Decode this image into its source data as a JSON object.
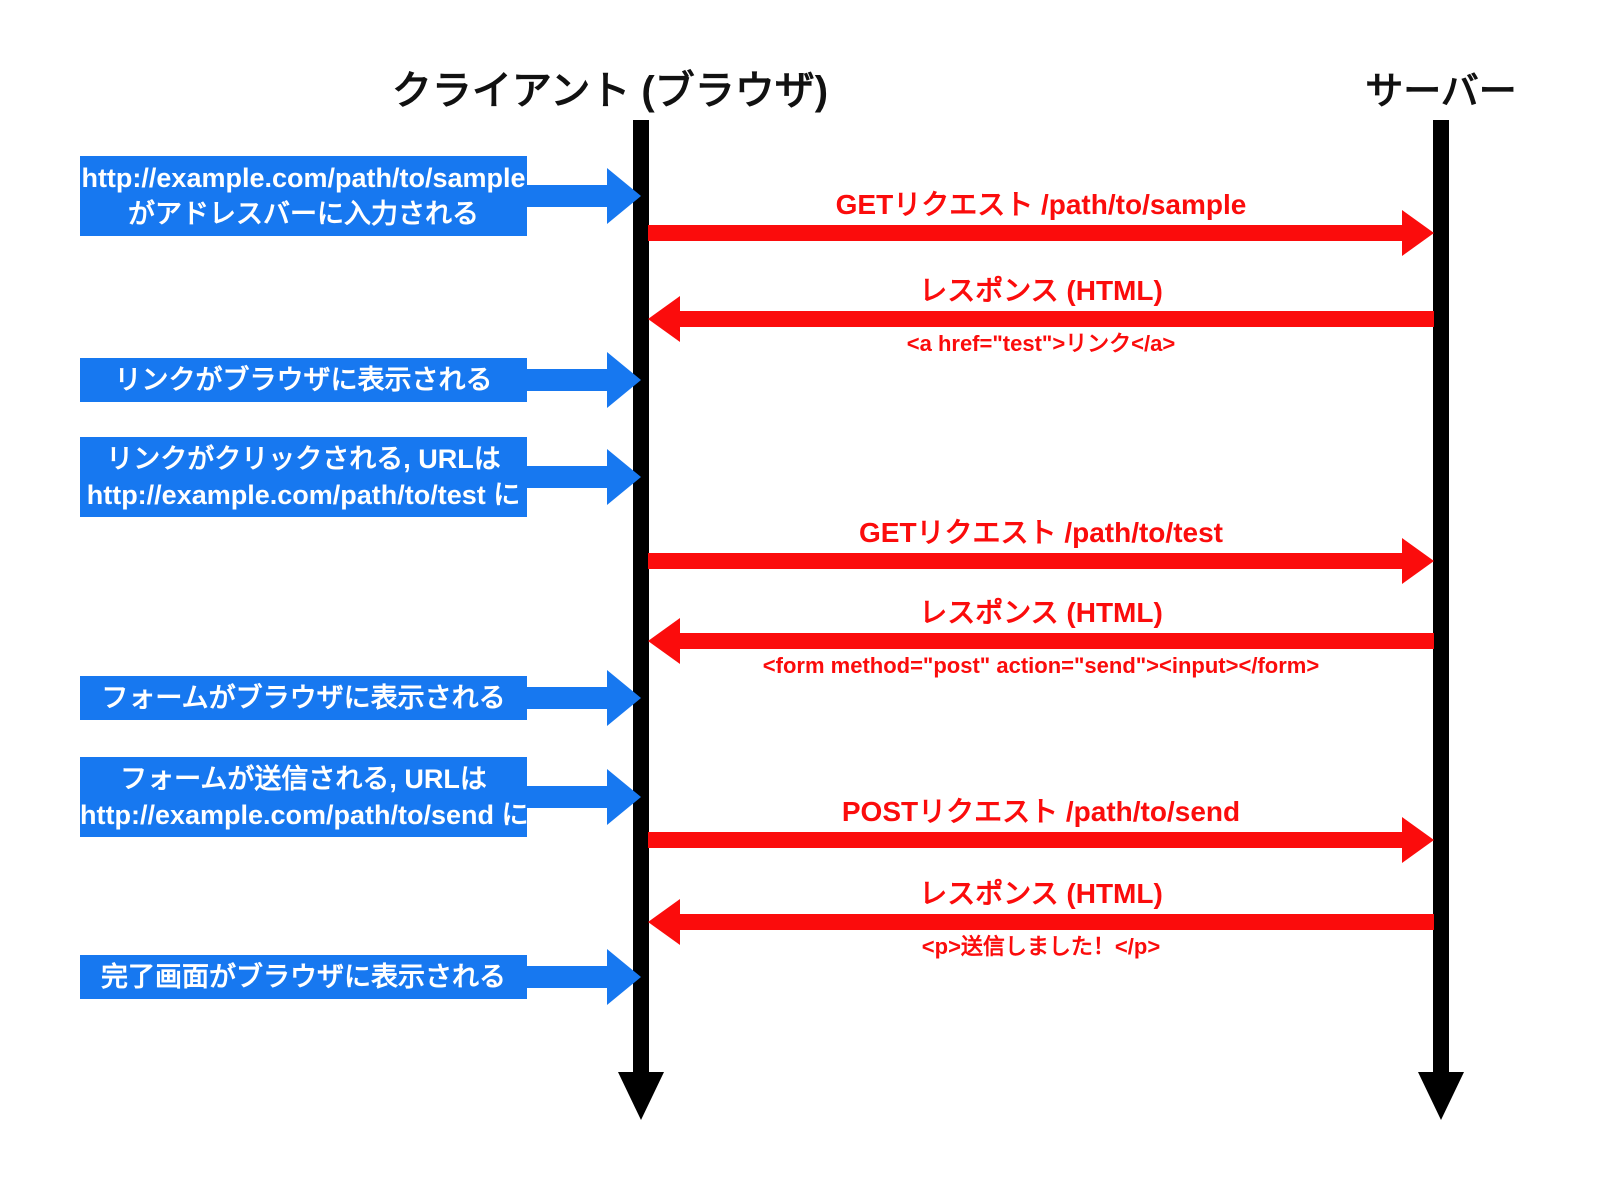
{
  "colors": {
    "blue": "#1778f0",
    "red": "#fb0c0c",
    "black": "#000000",
    "background": "#ffffff"
  },
  "actors": {
    "client": "クライアント (ブラウザ)",
    "server": "サーバー"
  },
  "events": [
    {
      "lines": [
        "http://example.com/path/to/sample",
        "がアドレスバーに入力される"
      ]
    },
    {
      "lines": [
        "リンクがブラウザに表示される"
      ]
    },
    {
      "lines": [
        "リンクがクリックされる, URLは",
        "http://example.com/path/to/test に"
      ]
    },
    {
      "lines": [
        "フォームがブラウザに表示される"
      ]
    },
    {
      "lines": [
        "フォームが送信される, URLは",
        "http://example.com/path/to/send に"
      ]
    },
    {
      "lines": [
        "完了画面がブラウザに表示される"
      ]
    }
  ],
  "messages": [
    {
      "direction": "right",
      "label": "GETリクエスト /path/to/sample",
      "sub": ""
    },
    {
      "direction": "left",
      "label": "レスポンス (HTML)",
      "sub": "<a href=\"test\">リンク</a>"
    },
    {
      "direction": "right",
      "label": "GETリクエスト /path/to/test",
      "sub": ""
    },
    {
      "direction": "left",
      "label": "レスポンス (HTML)",
      "sub": "<form method=\"post\" action=\"send\"><input></form>"
    },
    {
      "direction": "right",
      "label": "POSTリクエスト /path/to/send",
      "sub": ""
    },
    {
      "direction": "left",
      "label": "レスポンス (HTML)",
      "sub": "<p>送信しました！</p>"
    }
  ]
}
